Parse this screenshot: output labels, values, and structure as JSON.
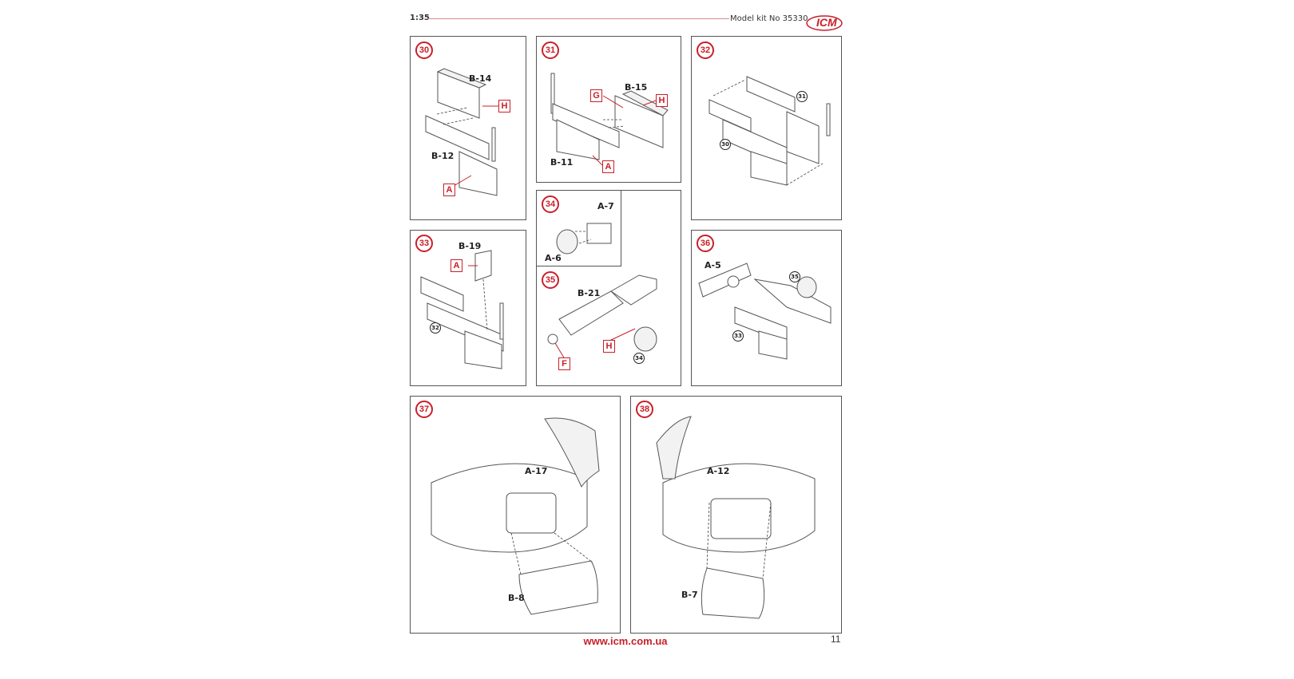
{
  "header": {
    "scale": "1:35",
    "kit_number": "Model kit No 35330",
    "logo_text": "ICM",
    "accent_color": "#c8202a"
  },
  "steps": {
    "s30": {
      "number": "30",
      "parts": [
        "B-14",
        "B-12"
      ],
      "codes": [
        "H",
        "A"
      ]
    },
    "s31": {
      "number": "31",
      "parts": [
        "B-15",
        "B-11"
      ],
      "codes": [
        "G",
        "H",
        "A"
      ]
    },
    "s32": {
      "number": "32",
      "refs": [
        "31",
        "30"
      ]
    },
    "s33": {
      "number": "33",
      "parts": [
        "B-19"
      ],
      "codes": [
        "A"
      ],
      "refs": [
        "32"
      ]
    },
    "s34": {
      "number": "34",
      "parts": [
        "A-7",
        "A-6"
      ]
    },
    "s35": {
      "number": "35",
      "parts": [
        "B-21"
      ],
      "codes": [
        "H",
        "F"
      ],
      "refs": [
        "34"
      ]
    },
    "s36": {
      "number": "36",
      "parts": [
        "A-5"
      ],
      "refs": [
        "35",
        "33"
      ]
    },
    "s37": {
      "number": "37",
      "parts": [
        "A-17",
        "B-8"
      ]
    },
    "s38": {
      "number": "38",
      "parts": [
        "A-12",
        "B-7"
      ]
    }
  },
  "footer": {
    "url": "www.icm.com.ua",
    "page_number": "11"
  }
}
